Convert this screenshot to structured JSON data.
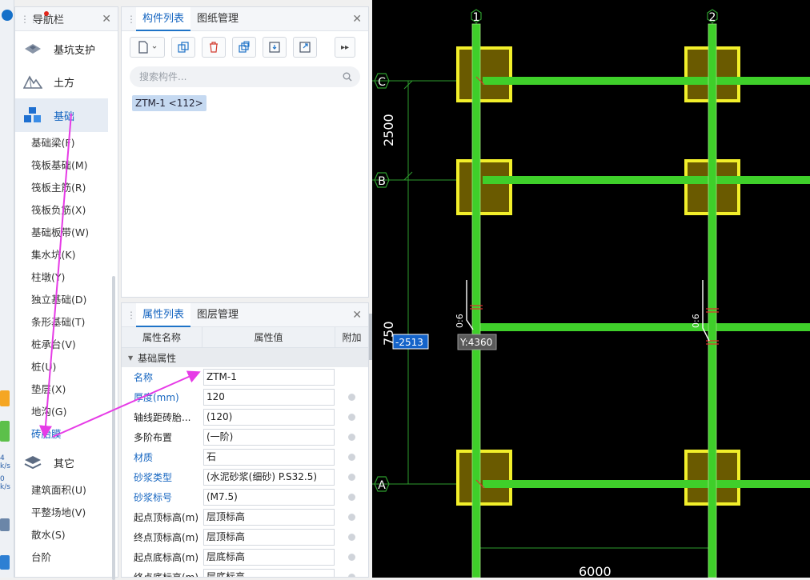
{
  "nav": {
    "title": "导航栏",
    "categories_top": [
      {
        "label": "基坑支护",
        "icon": "pit-support-icon"
      },
      {
        "label": "土方",
        "icon": "earthwork-icon"
      },
      {
        "label": "基础",
        "icon": "foundation-icon",
        "active": true
      }
    ],
    "sub_items": [
      "基础梁(F)",
      "筏板基础(M)",
      "筏板主筋(R)",
      "筏板负筋(X)",
      "基础板带(W)",
      "集水坑(K)",
      "柱墩(Y)",
      "独立基础(D)",
      "条形基础(T)",
      "桩承台(V)",
      "桩(U)",
      "垫层(X)",
      "地沟(G)",
      "砖胎膜"
    ],
    "selected_sub": "砖胎膜",
    "other_category": {
      "label": "其它",
      "icon": "layers-icon"
    },
    "other_items": [
      "建筑面积(U)",
      "平整场地(V)",
      "散水(S)",
      "台阶"
    ]
  },
  "component_panel": {
    "tabs": [
      "构件列表",
      "图纸管理"
    ],
    "active_tab": "构件列表",
    "search_placeholder": "搜索构件...",
    "items": [
      "ZTM-1 <112>"
    ]
  },
  "property_panel": {
    "tabs": [
      "属性列表",
      "图层管理"
    ],
    "active_tab": "属性列表",
    "columns": [
      "属性名称",
      "属性值",
      "附加"
    ],
    "group": "基础属性",
    "rows": [
      {
        "name": "名称",
        "value": "ZTM-1",
        "blue": true,
        "check": false
      },
      {
        "name": "厚度(mm)",
        "value": "120",
        "blue": true,
        "check": true
      },
      {
        "name": "轴线距砖胎...",
        "value": "(120)",
        "blue": false,
        "check": true
      },
      {
        "name": "多阶布置",
        "value": "(一阶)",
        "blue": false,
        "check": true
      },
      {
        "name": "材质",
        "value": "石",
        "blue": true,
        "check": true
      },
      {
        "name": "砂浆类型",
        "value": "(水泥砂浆(细砂) P.S32.5)",
        "blue": true,
        "check": true
      },
      {
        "name": "砂浆标号",
        "value": "(M7.5)",
        "blue": true,
        "check": true
      },
      {
        "name": "起点顶标高(m)",
        "value": "层顶标高",
        "blue": false,
        "check": true
      },
      {
        "name": "终点顶标高(m)",
        "value": "层顶标高",
        "blue": false,
        "check": true
      },
      {
        "name": "起点底标高(m)",
        "value": "层底标高",
        "blue": false,
        "check": true
      },
      {
        "name": "终点底标高(m)",
        "value": "层底标高",
        "blue": false,
        "check": true
      }
    ]
  },
  "canvas": {
    "axis_numbers": [
      "1",
      "2"
    ],
    "axis_letters": [
      "C",
      "B",
      "A"
    ],
    "dim_2500": "2500",
    "dim_750": "750",
    "dim_6000": "6000",
    "x_input": "-2513",
    "y_readout": "Y:4360",
    "tag_left": "0:6",
    "tag_right": "0:6",
    "colors": {
      "beam": "#3fcf2a",
      "footing_outline": "#f2ef2a",
      "footing_fill": "#6a5a00",
      "axis": "#2e9d2e"
    }
  },
  "strip": {
    "numbers": [
      "4",
      "0"
    ],
    "labels": [
      "k/s",
      "k/s"
    ]
  }
}
